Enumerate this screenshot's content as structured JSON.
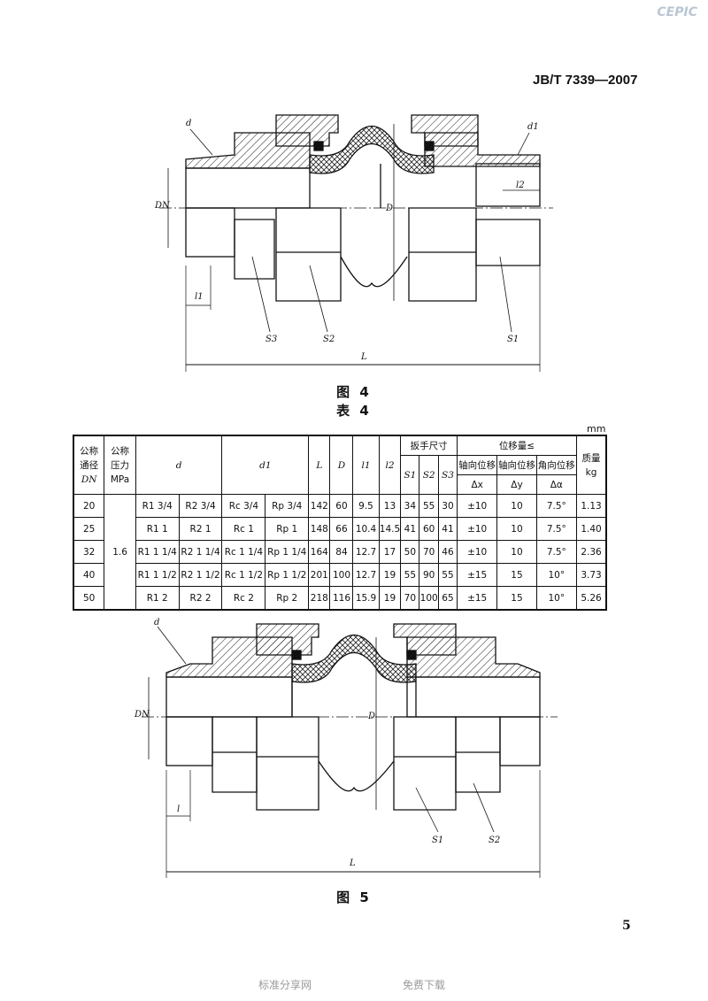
{
  "logo": "CEPIC",
  "standard_number": "JB/T 7339—2007",
  "figure4": {
    "caption": "图 4",
    "labels": {
      "d": "d",
      "d1": "d1",
      "DN": "DN",
      "D": "D",
      "l1": "l1",
      "l2": "l2",
      "S1": "S1",
      "S2": "S2",
      "S3": "S3",
      "L": "L"
    }
  },
  "table_caption": "表 4",
  "unit": "mm",
  "table": {
    "headers": {
      "dn": [
        "公称",
        "通径",
        "DN"
      ],
      "pressure": [
        "公称",
        "压力",
        "MPa"
      ],
      "d": "d",
      "d1": "d1",
      "L": "L",
      "D": "D",
      "l1": "l1",
      "l2": "l2",
      "wrench": "扳手尺寸",
      "S1": "S1",
      "S2": "S2",
      "S3": "S3",
      "disp": "位移量≤",
      "axial": [
        "轴向位移",
        "Δx"
      ],
      "lateral": [
        "轴向位移",
        "Δy"
      ],
      "angular": [
        "角向位移",
        "Δα"
      ],
      "mass": [
        "质量",
        "kg"
      ]
    },
    "pressure": "1.6",
    "rows": [
      {
        "dn": "20",
        "d_a": "R1 3/4",
        "d_b": "R2 3/4",
        "d1_a": "Rc 3/4",
        "d1_b": "Rp 3/4",
        "L": "142",
        "D": "60",
        "l1": "9.5",
        "l2": "13",
        "S1": "34",
        "S2": "55",
        "S3": "30",
        "dx": "±10",
        "dy": "10",
        "da": "7.5°",
        "kg": "1.13"
      },
      {
        "dn": "25",
        "d_a": "R1 1",
        "d_b": "R2 1",
        "d1_a": "Rc 1",
        "d1_b": "Rp 1",
        "L": "148",
        "D": "66",
        "l1": "10.4",
        "l2": "14.5",
        "S1": "41",
        "S2": "60",
        "S3": "41",
        "dx": "±10",
        "dy": "10",
        "da": "7.5°",
        "kg": "1.40"
      },
      {
        "dn": "32",
        "d_a": "R1 1 1/4",
        "d_b": "R2 1 1/4",
        "d1_a": "Rc 1 1/4",
        "d1_b": "Rp 1 1/4",
        "L": "164",
        "D": "84",
        "l1": "12.7",
        "l2": "17",
        "S1": "50",
        "S2": "70",
        "S3": "46",
        "dx": "±10",
        "dy": "10",
        "da": "7.5°",
        "kg": "2.36"
      },
      {
        "dn": "40",
        "d_a": "R1 1 1/2",
        "d_b": "R2 1 1/2",
        "d1_a": "Rc 1 1/2",
        "d1_b": "Rp 1 1/2",
        "L": "201",
        "D": "100",
        "l1": "12.7",
        "l2": "19",
        "S1": "55",
        "S2": "90",
        "S3": "55",
        "dx": "±15",
        "dy": "15",
        "da": "10°",
        "kg": "3.73"
      },
      {
        "dn": "50",
        "d_a": "R1 2",
        "d_b": "R2 2",
        "d1_a": "Rc 2",
        "d1_b": "Rp 2",
        "L": "218",
        "D": "116",
        "l1": "15.9",
        "l2": "19",
        "S1": "70",
        "S2": "100",
        "S3": "65",
        "dx": "±15",
        "dy": "15",
        "da": "10°",
        "kg": "5.26"
      }
    ]
  },
  "figure5": {
    "caption": "图 5",
    "labels": {
      "d": "d",
      "DN": "DN",
      "D": "D",
      "l": "l",
      "S1": "S1",
      "S2": "S2",
      "L": "L"
    }
  },
  "page_number": "5",
  "footer": {
    "left": "标准分享网",
    "right": "免费下载"
  }
}
